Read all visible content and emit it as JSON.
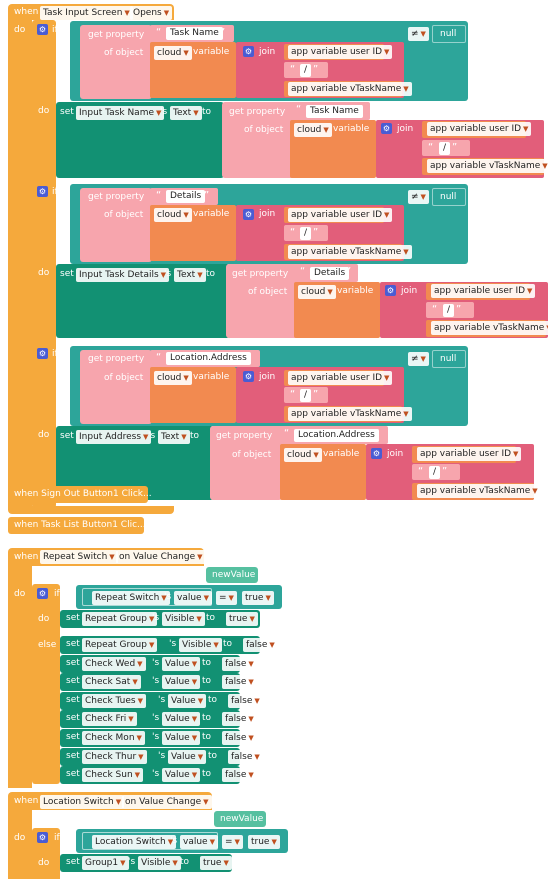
{
  "kw": {
    "when": "when",
    "do": "do",
    "if": "if",
    "else": "else",
    "set": "set",
    "to": "to",
    "of_object": "of object",
    "get_property": "get property",
    "variable": "variable",
    "join": "join",
    "s": "'s",
    "null": "null",
    "neq": "≠",
    "eq": "=",
    "open_q": "“",
    "close_q": "”",
    "true": "true",
    "false": "false"
  },
  "block1": {
    "component": "Task Input Screen",
    "event": "Opens",
    "section1": {
      "prop": "Task Name",
      "target": "Input Task Name",
      "target_prop": "Text"
    },
    "section2": {
      "prop": "Details",
      "target": "Input Task Details",
      "target_prop": "Text"
    },
    "section3": {
      "prop": "Location.Address",
      "target": "Input Address",
      "target_prop": "Text"
    }
  },
  "shared": {
    "cloud": "cloud",
    "user_id": "app variable user ID",
    "slash": "/",
    "task_name_var": "app variable vTaskName"
  },
  "collapsed": {
    "signout": "when Sign Out Button1 Click...",
    "tasklist": "when Task List Button1 Clic..."
  },
  "block2": {
    "component": "Repeat Switch",
    "event": "on Value Change",
    "param": "newValue",
    "cond": {
      "comp": "Repeat Switch",
      "prop": "value"
    },
    "then": {
      "comp": "Repeat Group",
      "prop": "Visible",
      "val": "true"
    },
    "else": [
      {
        "comp": "Repeat Group",
        "prop": "Visible",
        "val": "false"
      },
      {
        "comp": "Check Wed",
        "prop": "Value",
        "val": "false"
      },
      {
        "comp": "Check Sat",
        "prop": "Value",
        "val": "false"
      },
      {
        "comp": "Check Tues",
        "prop": "Value",
        "val": "false"
      },
      {
        "comp": "Check Fri",
        "prop": "Value",
        "val": "false"
      },
      {
        "comp": "Check Mon",
        "prop": "Value",
        "val": "false"
      },
      {
        "comp": "Check Thur",
        "prop": "Value",
        "val": "false"
      },
      {
        "comp": "Check Sun",
        "prop": "Value",
        "val": "false"
      }
    ]
  },
  "block3": {
    "component": "Location Switch",
    "event": "on Value Change",
    "param": "newValue",
    "cond": {
      "comp": "Location Switch",
      "prop": "value"
    },
    "then": {
      "comp": "Group1",
      "prop": "Visible",
      "val": "true"
    }
  }
}
